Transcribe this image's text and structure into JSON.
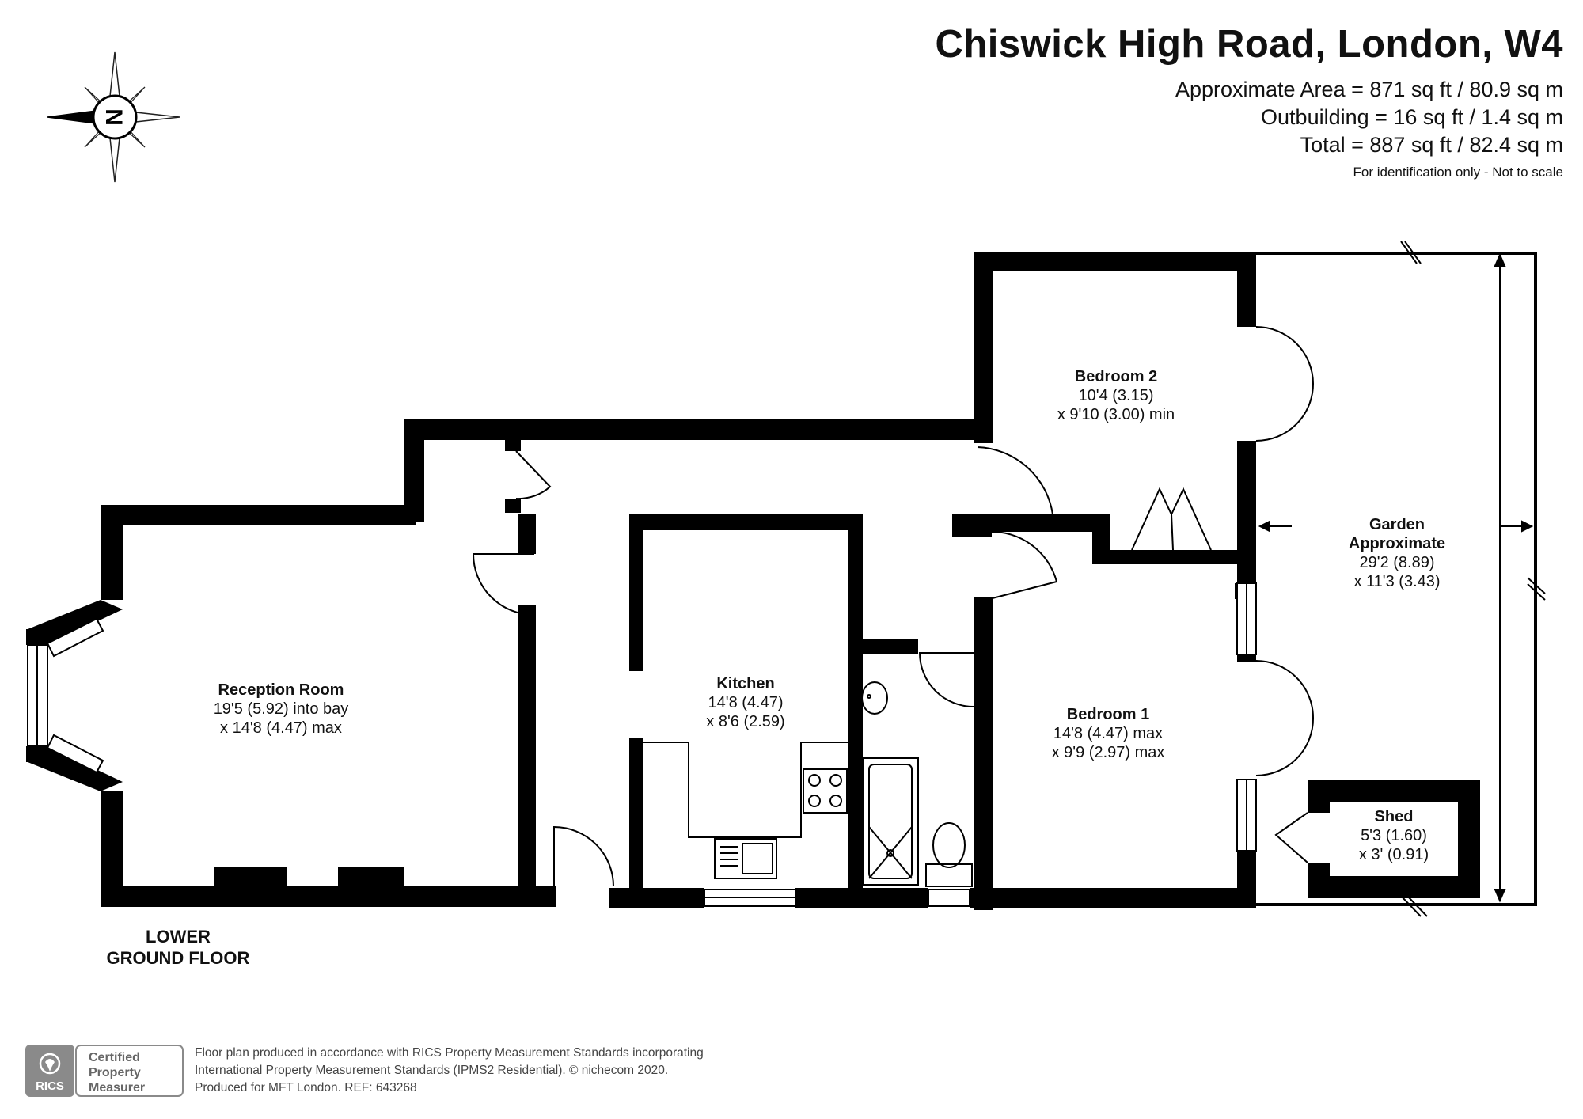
{
  "header": {
    "title": "Chiswick High Road, London, W4",
    "approximate_area": "Approximate Area = 871 sq ft / 80.9 sq m",
    "outbuilding": "Outbuilding = 16 sq ft / 1.4 sq m",
    "total": "Total = 887 sq ft / 82.4 sq m",
    "note": "For identification only - Not to scale"
  },
  "compass": {
    "label": "N",
    "icon": "compass-rose-icon"
  },
  "rooms": {
    "reception": {
      "name": "Reception Room",
      "dim1": "19'5 (5.92) into bay",
      "dim2": "x 14'8 (4.47) max"
    },
    "kitchen": {
      "name": "Kitchen",
      "dim1": "14'8 (4.47)",
      "dim2": "x 8'6 (2.59)"
    },
    "bedroom2": {
      "name": "Bedroom 2",
      "dim1": "10'4 (3.15)",
      "dim2": "x 9'10 (3.00) min"
    },
    "bedroom1": {
      "name": "Bedroom 1",
      "dim1": "14'8 (4.47) max",
      "dim2": "x 9'9 (2.97) max"
    },
    "garden": {
      "name": "Garden",
      "name2": "Approximate",
      "dim1": "29'2 (8.89)",
      "dim2": "x 11'3 (3.43)"
    },
    "shed": {
      "name": "Shed",
      "dim1": "5'3 (1.60)",
      "dim2": "x 3' (0.91)"
    }
  },
  "floor_label": {
    "line1": "LOWER",
    "line2": "GROUND FLOOR"
  },
  "footer": {
    "line1": "Floor plan produced in accordance with RICS Property Measurement Standards incorporating",
    "line2": "International Property Measurement Standards (IPMS2 Residential).   © nichecom 2020.",
    "line3": "Produced for MFT London.   REF: 643268"
  },
  "rics": {
    "brand": "RICS",
    "line1": "Certified",
    "line2": "Property",
    "line3": "Measurer"
  },
  "colors": {
    "wall": "#000000",
    "text": "#111111",
    "footer_text": "#444444",
    "badge_grey": "#8a8a8a"
  }
}
